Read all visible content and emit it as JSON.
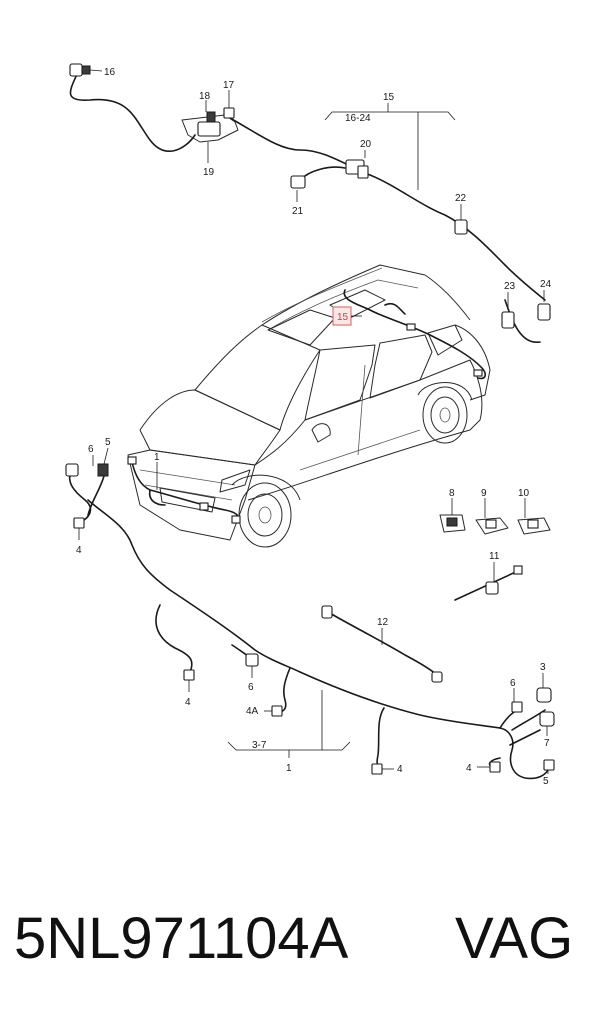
{
  "callouts": {
    "c16_top": "16",
    "c17": "17",
    "c18": "18",
    "c19": "19",
    "c15_group": "15",
    "c16_24": "16-24",
    "c20": "20",
    "c21": "21",
    "c22": "22",
    "c23": "23",
    "c24": "24",
    "c15_box": "15",
    "c1_car": "1",
    "c6_left": "6",
    "c5_left": "5",
    "c4_left": "4",
    "c8": "8",
    "c9": "9",
    "c10": "10",
    "c11": "11",
    "c12": "12",
    "c4_mid": "4",
    "c6_mid": "6",
    "c4a": "4A",
    "c3_7": "3-7",
    "c1_group": "1",
    "c4_low": "4",
    "c3_right": "3",
    "c6_right": "6",
    "c7": "7",
    "c4_right": "4",
    "c5_right": "5"
  },
  "footer": {
    "part_number": "5NL971104A",
    "brand": "VAG"
  }
}
